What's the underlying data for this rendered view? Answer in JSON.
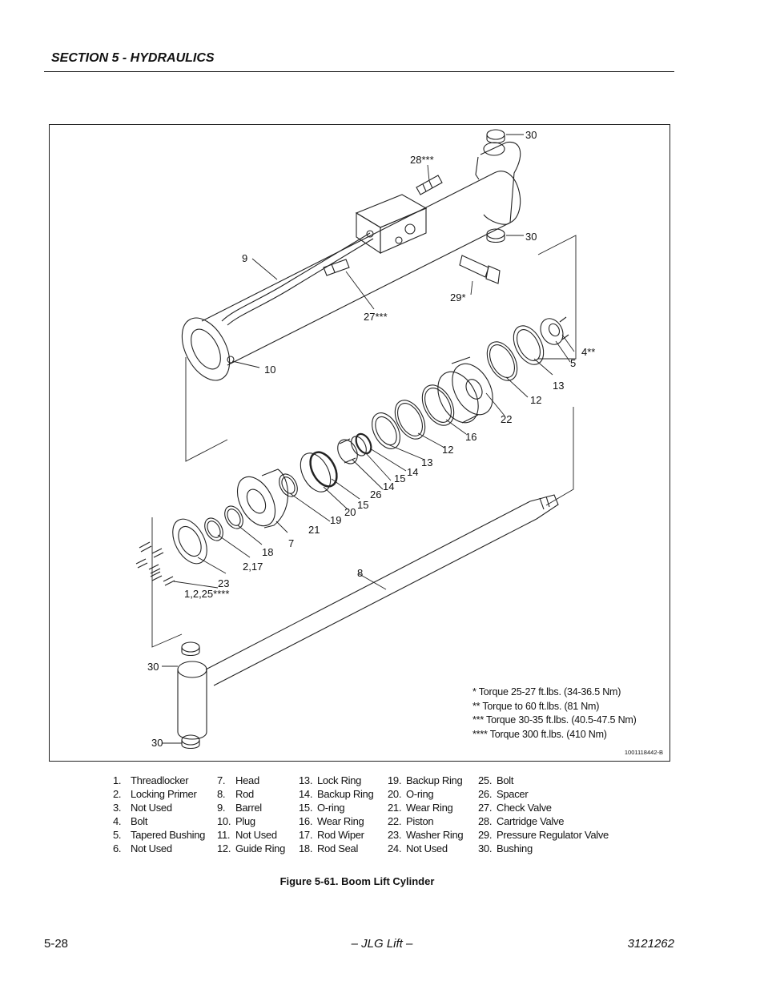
{
  "header": {
    "section_title": "SECTION 5 - HYDRAULICS"
  },
  "figure": {
    "callouts": {
      "c30a": "30",
      "c28": "28***",
      "c30b": "30",
      "c9": "9",
      "c29": "29*",
      "c27": "27***",
      "c10": "10",
      "c4": "4**",
      "c5": "5",
      "c13a": "13",
      "c12a": "12",
      "c22": "22",
      "c16": "16",
      "c12b": "12",
      "c13b": "13",
      "c14a": "14",
      "c15a": "15",
      "c14b": "14",
      "c26": "26",
      "c15b": "15",
      "c20": "20",
      "c19": "19",
      "c21": "21",
      "c7": "7",
      "c18": "18",
      "c217": "2,17",
      "c23": "23",
      "c1225": "1,2,25****",
      "c8": "8",
      "c30c": "30",
      "c30d": "30"
    },
    "torque_notes": [
      "* Torque 25-27 ft.lbs. (34-36.5 Nm)",
      "** Torque to 60 ft.lbs. (81 Nm)",
      "*** Torque 30-35 ft.lbs. (40.5-47.5 Nm)",
      "**** Torque 300 ft.lbs. (410 Nm)"
    ],
    "figure_id": "1001118442-B",
    "caption": "Figure 5-61.  Boom Lift Cylinder"
  },
  "legend": {
    "col1": [
      {
        "num": "1.",
        "label": "Threadlocker"
      },
      {
        "num": "2.",
        "label": "Locking Primer"
      },
      {
        "num": "3.",
        "label": "Not Used"
      },
      {
        "num": "4.",
        "label": "Bolt"
      },
      {
        "num": "5.",
        "label": "Tapered Bushing"
      },
      {
        "num": "6.",
        "label": "Not Used"
      }
    ],
    "col2": [
      {
        "num": "7.",
        "label": "Head"
      },
      {
        "num": "8.",
        "label": "Rod"
      },
      {
        "num": "9.",
        "label": "Barrel"
      },
      {
        "num": "10.",
        "label": "Plug"
      },
      {
        "num": "11.",
        "label": "Not Used"
      },
      {
        "num": "12.",
        "label": "Guide Ring"
      }
    ],
    "col3": [
      {
        "num": "13.",
        "label": "Lock Ring"
      },
      {
        "num": "14.",
        "label": "Backup Ring"
      },
      {
        "num": "15.",
        "label": "O-ring"
      },
      {
        "num": "16.",
        "label": "Wear Ring"
      },
      {
        "num": "17.",
        "label": "Rod Wiper"
      },
      {
        "num": "18.",
        "label": "Rod Seal"
      }
    ],
    "col4": [
      {
        "num": "19.",
        "label": "Backup Ring"
      },
      {
        "num": "20.",
        "label": "O-ring"
      },
      {
        "num": "21.",
        "label": "Wear Ring"
      },
      {
        "num": "22.",
        "label": "Piston"
      },
      {
        "num": "23.",
        "label": "Washer Ring"
      },
      {
        "num": "24.",
        "label": "Not Used"
      }
    ],
    "col5": [
      {
        "num": "25.",
        "label": "Bolt"
      },
      {
        "num": "26.",
        "label": "Spacer"
      },
      {
        "num": "27.",
        "label": "Check Valve"
      },
      {
        "num": "28.",
        "label": "Cartridge Valve"
      },
      {
        "num": "29.",
        "label": "Pressure Regulator Valve"
      },
      {
        "num": "30.",
        "label": "Bushing"
      }
    ]
  },
  "footer": {
    "page_number": "5-28",
    "center": "– JLG Lift –",
    "doc_number": "3121262"
  }
}
